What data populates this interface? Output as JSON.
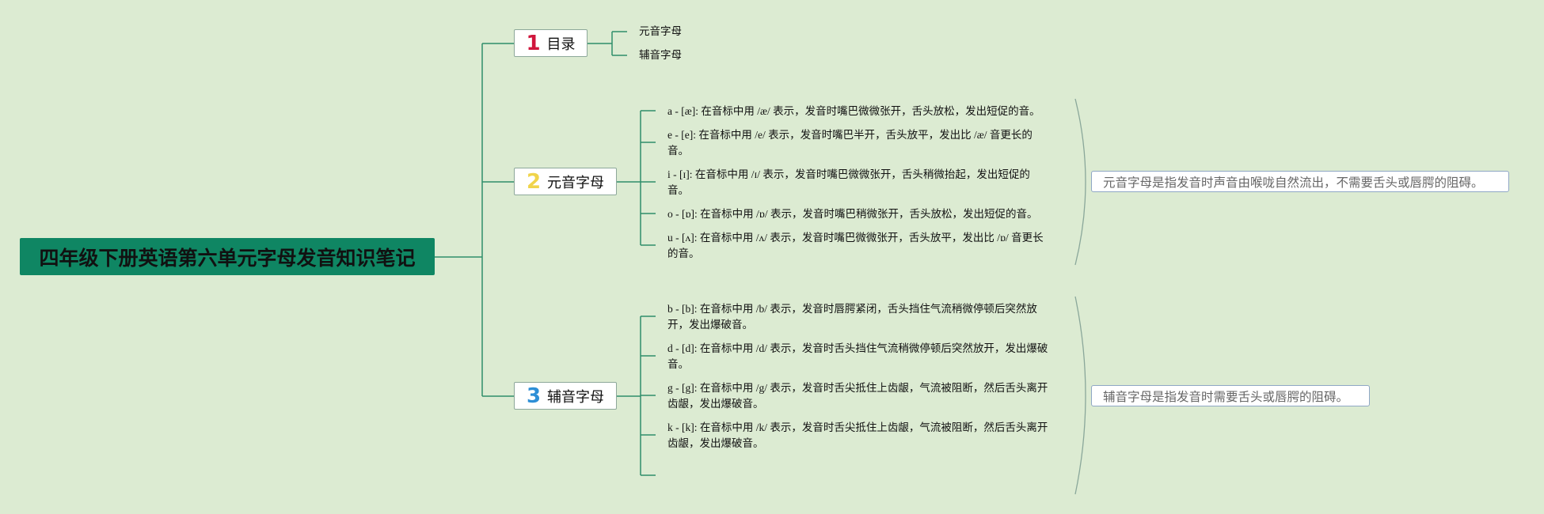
{
  "root": {
    "title": "四年级下册英语第六单元字母发音知识笔记"
  },
  "branches": [
    {
      "number": "1",
      "number_color": "#d0163d",
      "label": "目录",
      "children": [
        "元音字母",
        "辅音字母"
      ]
    },
    {
      "number": "2",
      "number_color": "#f0d44b",
      "label": "元音字母",
      "children": [
        [
          "a - [æ]: 在音标中用 /æ/ 表示，发音时嘴巴微微张开，舌头放松，发出短促的音。"
        ],
        [
          "e - [e]: 在音标中用 /e/ 表示，发音时嘴巴半开，舌头放平，发出比 /æ/ 音更长的",
          "音。"
        ],
        [
          "i - [ɪ]: 在音标中用 /ɪ/ 表示，发音时嘴巴微微张开，舌头稍微抬起，发出短促的",
          "音。"
        ],
        [
          "o - [ɒ]: 在音标中用 /ɒ/ 表示，发音时嘴巴稍微张开，舌头放松，发出短促的音。"
        ],
        [
          "u - [ʌ]: 在音标中用 /ʌ/ 表示，发音时嘴巴微微张开，舌头放平，发出比 /ɒ/ 音更长",
          "的音。"
        ]
      ],
      "summary": "元音字母是指发音时声音由喉咙自然流出，不需要舌头或唇腭的阻碍。"
    },
    {
      "number": "3",
      "number_color": "#2e8fd6",
      "label": "辅音字母",
      "children": [
        [
          "b - [b]: 在音标中用 /b/ 表示，发音时唇腭紧闭，舌头挡住气流稍微停顿后突然放",
          "开，发出爆破音。"
        ],
        [
          "d - [d]: 在音标中用 /d/ 表示，发音时舌头挡住气流稍微停顿后突然放开，发出爆破",
          "音。"
        ],
        [
          "g - [g]: 在音标中用 /g/ 表示，发音时舌尖抵住上齿龈，气流被阻断，然后舌头离开",
          "齿龈，发出爆破音。"
        ],
        [
          "k - [k]: 在音标中用 /k/ 表示，发音时舌尖抵住上齿龈，气流被阻断，然后舌头离开",
          "齿龈，发出爆破音。"
        ]
      ],
      "summary": "辅音字母是指发音时需要舌头或唇腭的阻碍。"
    }
  ],
  "colors": {
    "background": "#dcebd2",
    "root": "#0f8663",
    "connector": "#2f8e6a",
    "summary_border": "#8fa7c5",
    "brace": "#8aa79a"
  }
}
